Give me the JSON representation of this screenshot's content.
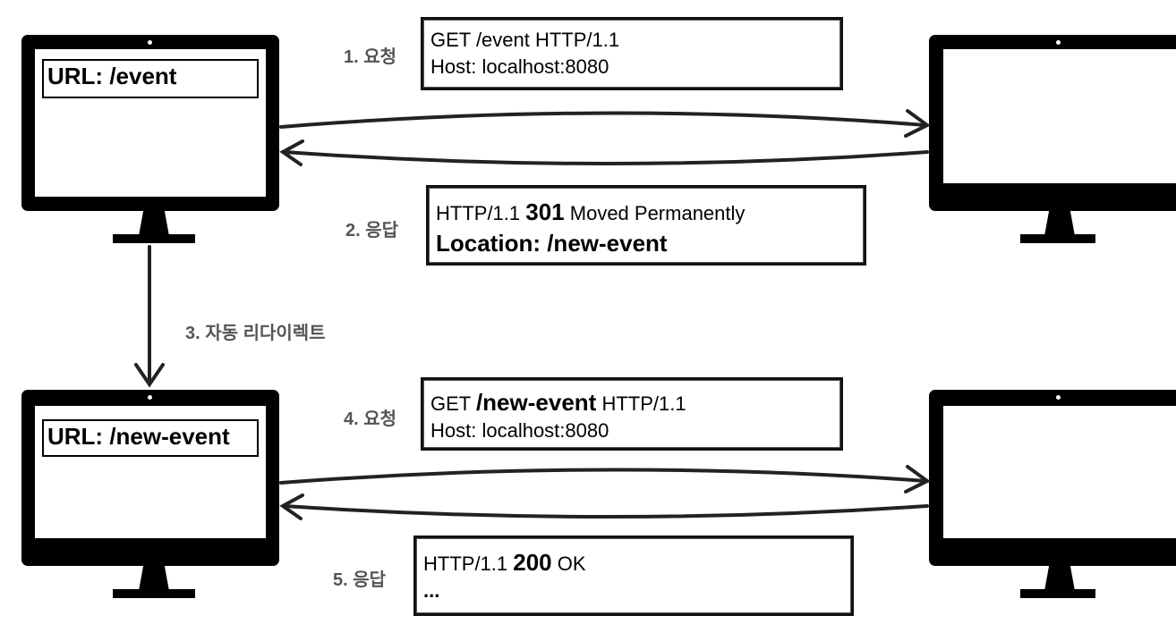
{
  "top": {
    "client_url": "URL: /event",
    "request": {
      "step_label": "1. 요청",
      "line1": "GET /event HTTP/1.1",
      "line2": "Host: localhost:8080"
    },
    "response": {
      "step_label": "2. 응답",
      "line1_a": "HTTP/1.1 ",
      "line1_code": "301",
      "line1_b": " Moved Permanently",
      "line2": "Location: /new-event"
    }
  },
  "redirect": {
    "step_label": "3. 자동 리다이렉트"
  },
  "bottom": {
    "client_url": "URL: /new-event",
    "request": {
      "step_label": "4. 요청",
      "line1_a": "GET ",
      "line1_path": "/new-event",
      "line1_b": " HTTP/1.1",
      "line2": "Host: localhost:8080"
    },
    "response": {
      "step_label": "5. 응답",
      "line1_a": "HTTP/1.1 ",
      "line1_code": "200",
      "line1_b": " OK",
      "line2": "..."
    }
  }
}
